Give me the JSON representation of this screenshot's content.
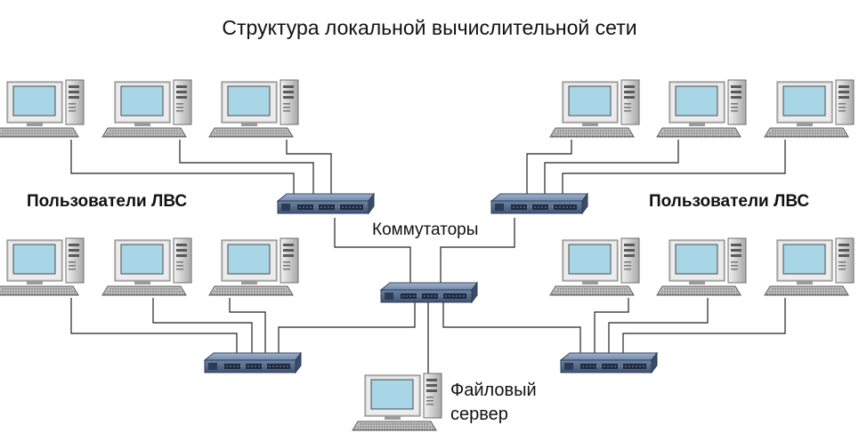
{
  "title": "Структура локальной вычислительной сети",
  "labels": {
    "users_left": "Пользователи ЛВС",
    "users_right": "Пользователи ЛВС",
    "switches": "Коммутаторы",
    "file_server_line1": "Файловый",
    "file_server_line2": "сервер"
  },
  "colors": {
    "screen": "#a9d6e6",
    "case": "#d9d9d9",
    "case_shadow": "#8c8c8c",
    "switch_body": "#5a7192",
    "link": "#222222"
  },
  "icons": {
    "workstation": "desktop-computer-icon",
    "switch": "network-switch-icon",
    "server": "file-server-icon"
  }
}
